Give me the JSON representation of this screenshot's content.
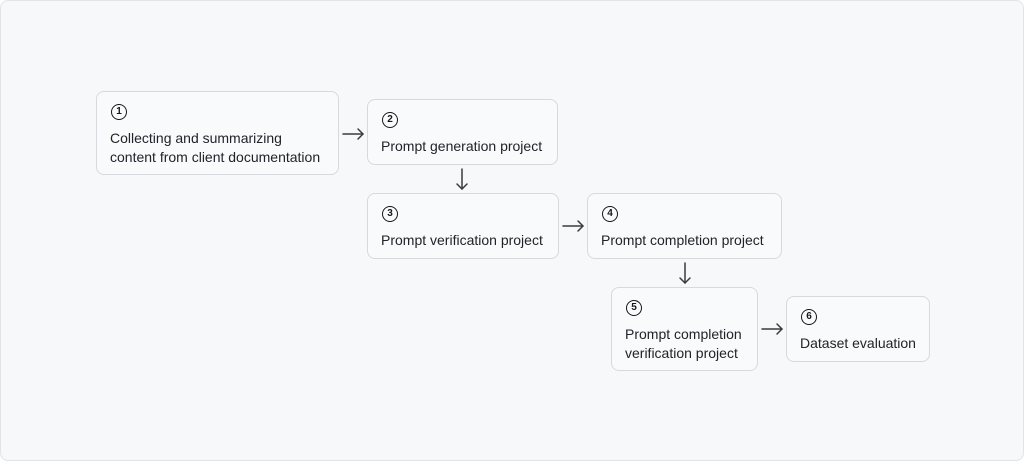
{
  "steps": [
    {
      "number": "1",
      "label_lines": [
        "Collecting and summarizing",
        "content from client documentation"
      ]
    },
    {
      "number": "2",
      "label_lines": [
        "Prompt generation project"
      ]
    },
    {
      "number": "3",
      "label_lines": [
        "Prompt verification project"
      ]
    },
    {
      "number": "4",
      "label_lines": [
        "Prompt completion project"
      ]
    },
    {
      "number": "5",
      "label_lines": [
        "Prompt completion",
        "verification project"
      ]
    },
    {
      "number": "6",
      "label_lines": [
        "Dataset evaluation"
      ]
    }
  ],
  "colors": {
    "background": "#f7f8fa",
    "box_fill": "#f9fafb",
    "box_border": "#d6d9de",
    "text": "#22232a",
    "arrow": "#3a3b40"
  }
}
